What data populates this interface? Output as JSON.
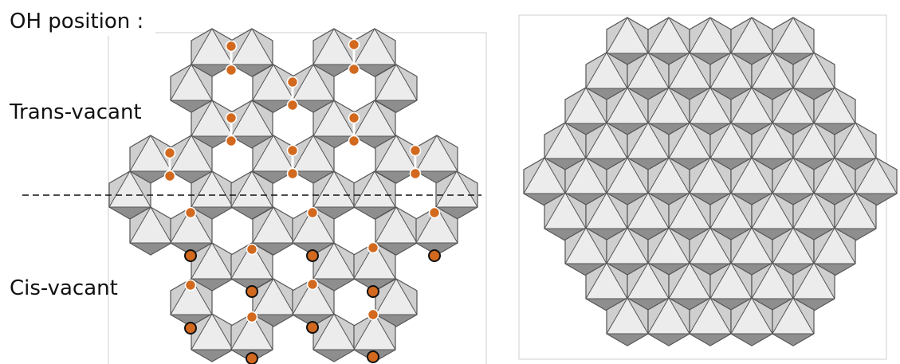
{
  "labels": {
    "oh_position": "OH position :",
    "trans_vacant": "Trans-vacant",
    "cis_vacant": "Cis-vacant"
  },
  "colors": {
    "octa_top": "#ececec",
    "octa_side": "#cfcfcf",
    "octa_dark": "#8e8e8e",
    "octa_stroke": "#555555",
    "oh_fill": "#d2691e",
    "oh_outline_trans": "#ffffff",
    "oh_outline_cis": "#111111"
  },
  "panels": {
    "left": "dioctahedral sheet with vacancies",
    "right": "trioctahedral sheet, all octahedra occupied"
  }
}
